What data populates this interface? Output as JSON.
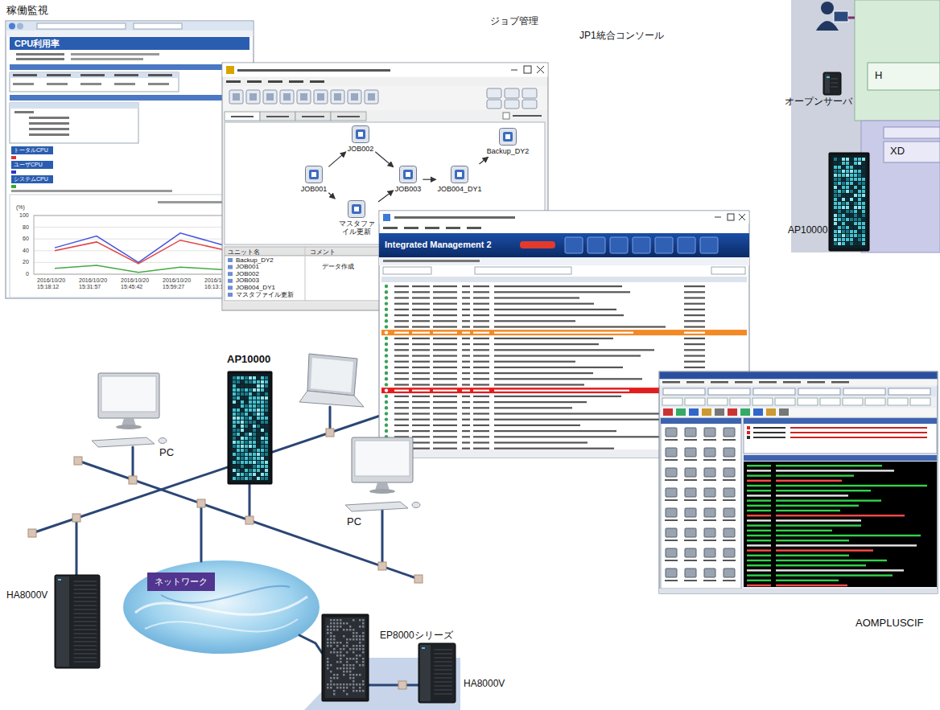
{
  "diagram": {
    "nodes": [
      {
        "text": [
          "稼働監視"
        ]
      },
      {
        "text": [
          "ジョブ管理"
        ]
      },
      {
        "text": [
          "JOB001"
        ],
        "in": 1
      },
      {
        "text": [
          "JOB002"
        ],
        "in": 1
      },
      {
        "text": [
          "マスタファイル更新"
        ],
        "in": 1
      },
      {
        "text": [
          "JOB003"
        ],
        "in": 1
      },
      {
        "text": [
          "JOB004_DY1"
        ],
        "in": 1
      },
      {
        "text": [
          "Backup_DY2"
        ],
        "in": 1
      },
      {
        "text": [
          "JP1統合コンソール"
        ]
      },
      {
        "text": [
          "AOMPLUSCIF"
        ]
      },
      {
        "text": [
          "AP10000"
        ]
      },
      {
        "text": [
          "PC"
        ]
      },
      {
        "text": [
          "PC"
        ]
      },
      {
        "text": [
          "HA8000V"
        ]
      },
      {
        "text": [
          "ネットワーク"
        ]
      },
      {
        "text": [
          "EP8000シリーズ"
        ]
      },
      {
        "text": [
          "HA8000V"
        ]
      },
      {
        "text": [
          "オープンサーバ"
        ]
      },
      {
        "text": [
          "AP10000"
        ]
      }
    ],
    "edges": [
      {
        "from": 2,
        "to": 3,
        "arrow": "to"
      },
      {
        "from": 2,
        "to": 4,
        "arrow": "to"
      },
      {
        "from": 3,
        "to": 5,
        "arrow": "to"
      },
      {
        "from": 4,
        "to": 5,
        "arrow": "to"
      },
      {
        "from": 5,
        "to": 6,
        "arrow": "to"
      },
      {
        "from": 6,
        "to": 7,
        "arrow": "to"
      }
    ],
    "labels": [
      "CPU利用率",
      "トータルCPU",
      "ユーザCPU",
      "システムCPU",
      "(%)",
      "100",
      "80",
      "60",
      "40",
      "20",
      "0",
      "2016/10/20 15:18:12",
      "2016/10/20 15:31:57",
      "2016/10/20 15:45:42",
      "2016/10/20 15:59:27",
      "2016/10/20 16:13:12",
      "ユニット名",
      "コメント",
      "Backup_DY2",
      "JOB001",
      "JOB002",
      "JOB003",
      "JOB004_DY1",
      "マスタファイル更新",
      "データ作成",
      "Integrated Management 2",
      "H",
      "XD"
    ]
  }
}
